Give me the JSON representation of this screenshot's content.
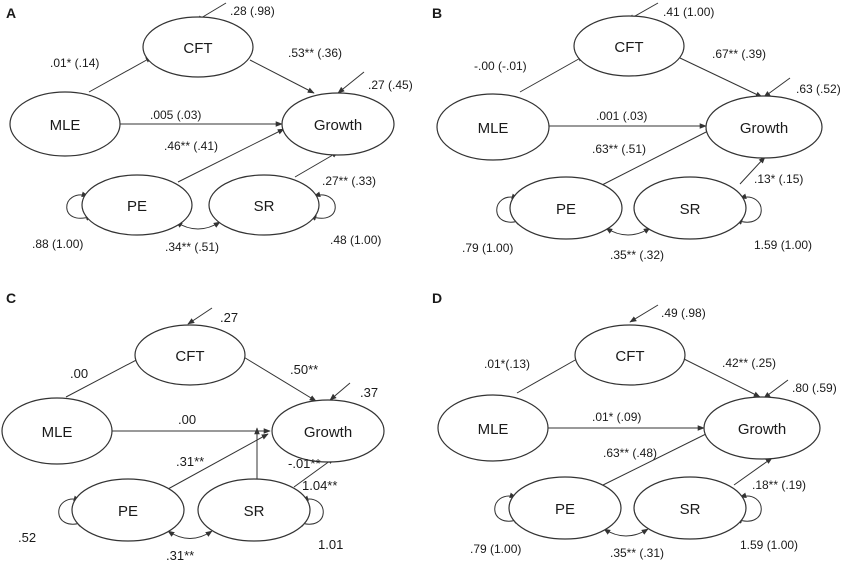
{
  "panels": [
    {
      "letter": "A",
      "nodes": {
        "cft": "CFT",
        "mle": "MLE",
        "growth": "Growth",
        "pe": "PE",
        "sr": "SR"
      },
      "labels": {
        "cft_resid": ".28 (.98)",
        "mle_cft": ".01* (.14)",
        "cft_growth": ".53** (.36)",
        "growth_resid": ".27 (.45)",
        "mle_growth": ".005 (.03)",
        "pe_growth": ".46** (.41)",
        "sr_growth": ".27** (.33)",
        "pe_var": ".88 (1.00)",
        "pe_sr": ".34** (.51)",
        "sr_var": ".48 (1.00)"
      }
    },
    {
      "letter": "B",
      "nodes": {
        "cft": "CFT",
        "mle": "MLE",
        "growth": "Growth",
        "pe": "PE",
        "sr": "SR"
      },
      "labels": {
        "cft_resid": ".41 (1.00)",
        "mle_cft": "-.00 (-.01)",
        "cft_growth": ".67** (.39)",
        "growth_resid": ".63 (.52)",
        "mle_growth": ".001 (.03)",
        "pe_growth": ".63** (.51)",
        "sr_growth": ".13* (.15)",
        "pe_var": ".79 (1.00)",
        "pe_sr": ".35** (.32)",
        "sr_var": "1.59 (1.00)"
      }
    },
    {
      "letter": "C",
      "nodes": {
        "cft": "CFT",
        "mle": "MLE",
        "growth": "Growth",
        "pe": "PE",
        "sr": "SR"
      },
      "labels": {
        "cft_resid": ".27",
        "mle_cft": ".00",
        "cft_growth": ".50**",
        "growth_resid": ".37",
        "mle_growth": ".00",
        "pe_growth": ".31**",
        "sr_path": "-.01**",
        "sr_growth": "1.04**",
        "pe_var": ".52",
        "pe_sr": ".31**",
        "sr_var": "1.01"
      }
    },
    {
      "letter": "D",
      "nodes": {
        "cft": "CFT",
        "mle": "MLE",
        "growth": "Growth",
        "pe": "PE",
        "sr": "SR"
      },
      "labels": {
        "cft_resid": ".49 (.98)",
        "mle_cft": ".01*(.13)",
        "cft_growth": ".42** (.25)",
        "growth_resid": ".80 (.59)",
        "mle_growth": ".01* (.09)",
        "pe_growth": ".63** (.48)",
        "sr_growth": ".18** (.19)",
        "pe_var": ".79 (1.00)",
        "pe_sr": ".35** (.31)",
        "sr_var": "1.59 (1.00)"
      }
    }
  ]
}
